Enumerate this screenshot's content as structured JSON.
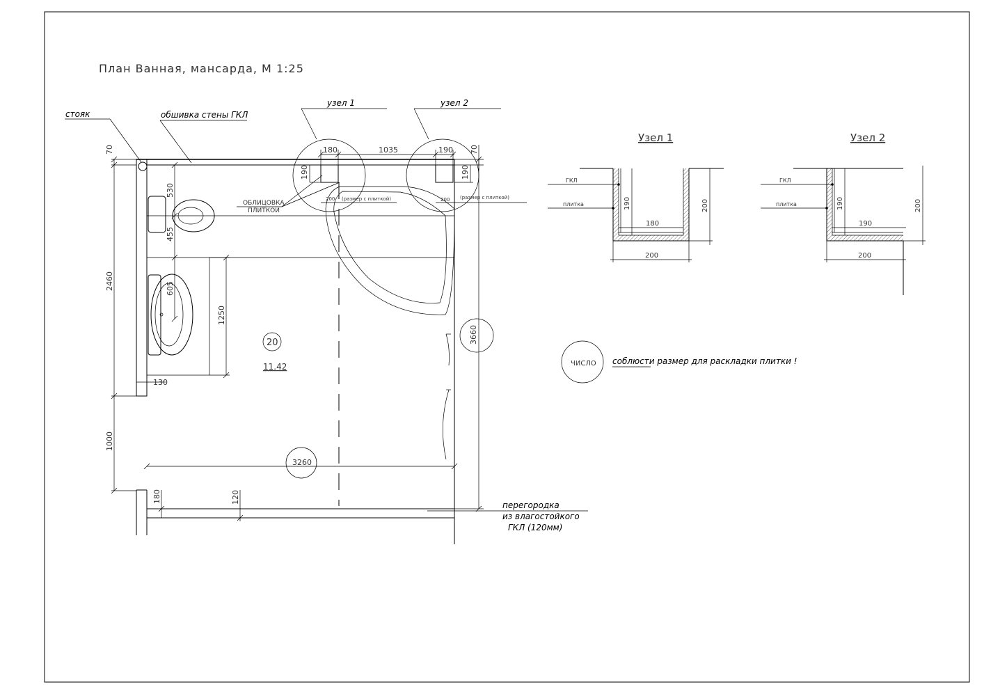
{
  "title": "План  Ванная, мансарда, М 1:25",
  "labels": {
    "riser": "стояк",
    "wall_lining": "обшивка стены ГКЛ",
    "node1_callout": "узел 1",
    "node2_callout": "узел 2",
    "tile_facing_1": "ОБЛИЦОВКА",
    "tile_facing_2": "ПЛИТКОЙ",
    "partition_1": "перегородка",
    "partition_2": "из влагостойкого",
    "partition_3": "ГКЛ (120мм)",
    "note": "соблюсти размер для раскладки плитки !",
    "number_circle": "ЧИСЛО",
    "size_with_tile_1": "(размер с плиткой)",
    "size_with_tile_2": "(размер с плиткой)"
  },
  "room": {
    "number": "20",
    "area": "11.42"
  },
  "dimensions": {
    "d70_left": "70",
    "d530": "530",
    "d455": "455",
    "d605": "605",
    "d2460": "2460",
    "d1250": "1250",
    "d130": "130",
    "d1000": "1000",
    "d180_bottom": "180",
    "d120": "120",
    "d3260": "3260",
    "d3660": "3660",
    "d180_top": "180",
    "d1035": "1035",
    "d190_top": "190",
    "d70_right": "70",
    "d190_a": "190",
    "d190_b": "190",
    "d200_a": "200",
    "d200_b": "200"
  },
  "details": [
    {
      "title": "Узел 1",
      "gkl": "ГКЛ",
      "tile": "плитка",
      "inner_width": "180",
      "outer_width": "200",
      "inner_height": "190",
      "outer_height": "200"
    },
    {
      "title": "Узел 2",
      "gkl": "ГКЛ",
      "tile": "плитка",
      "inner_width": "190",
      "outer_width": "200",
      "inner_height": "190",
      "outer_height": "200"
    }
  ]
}
